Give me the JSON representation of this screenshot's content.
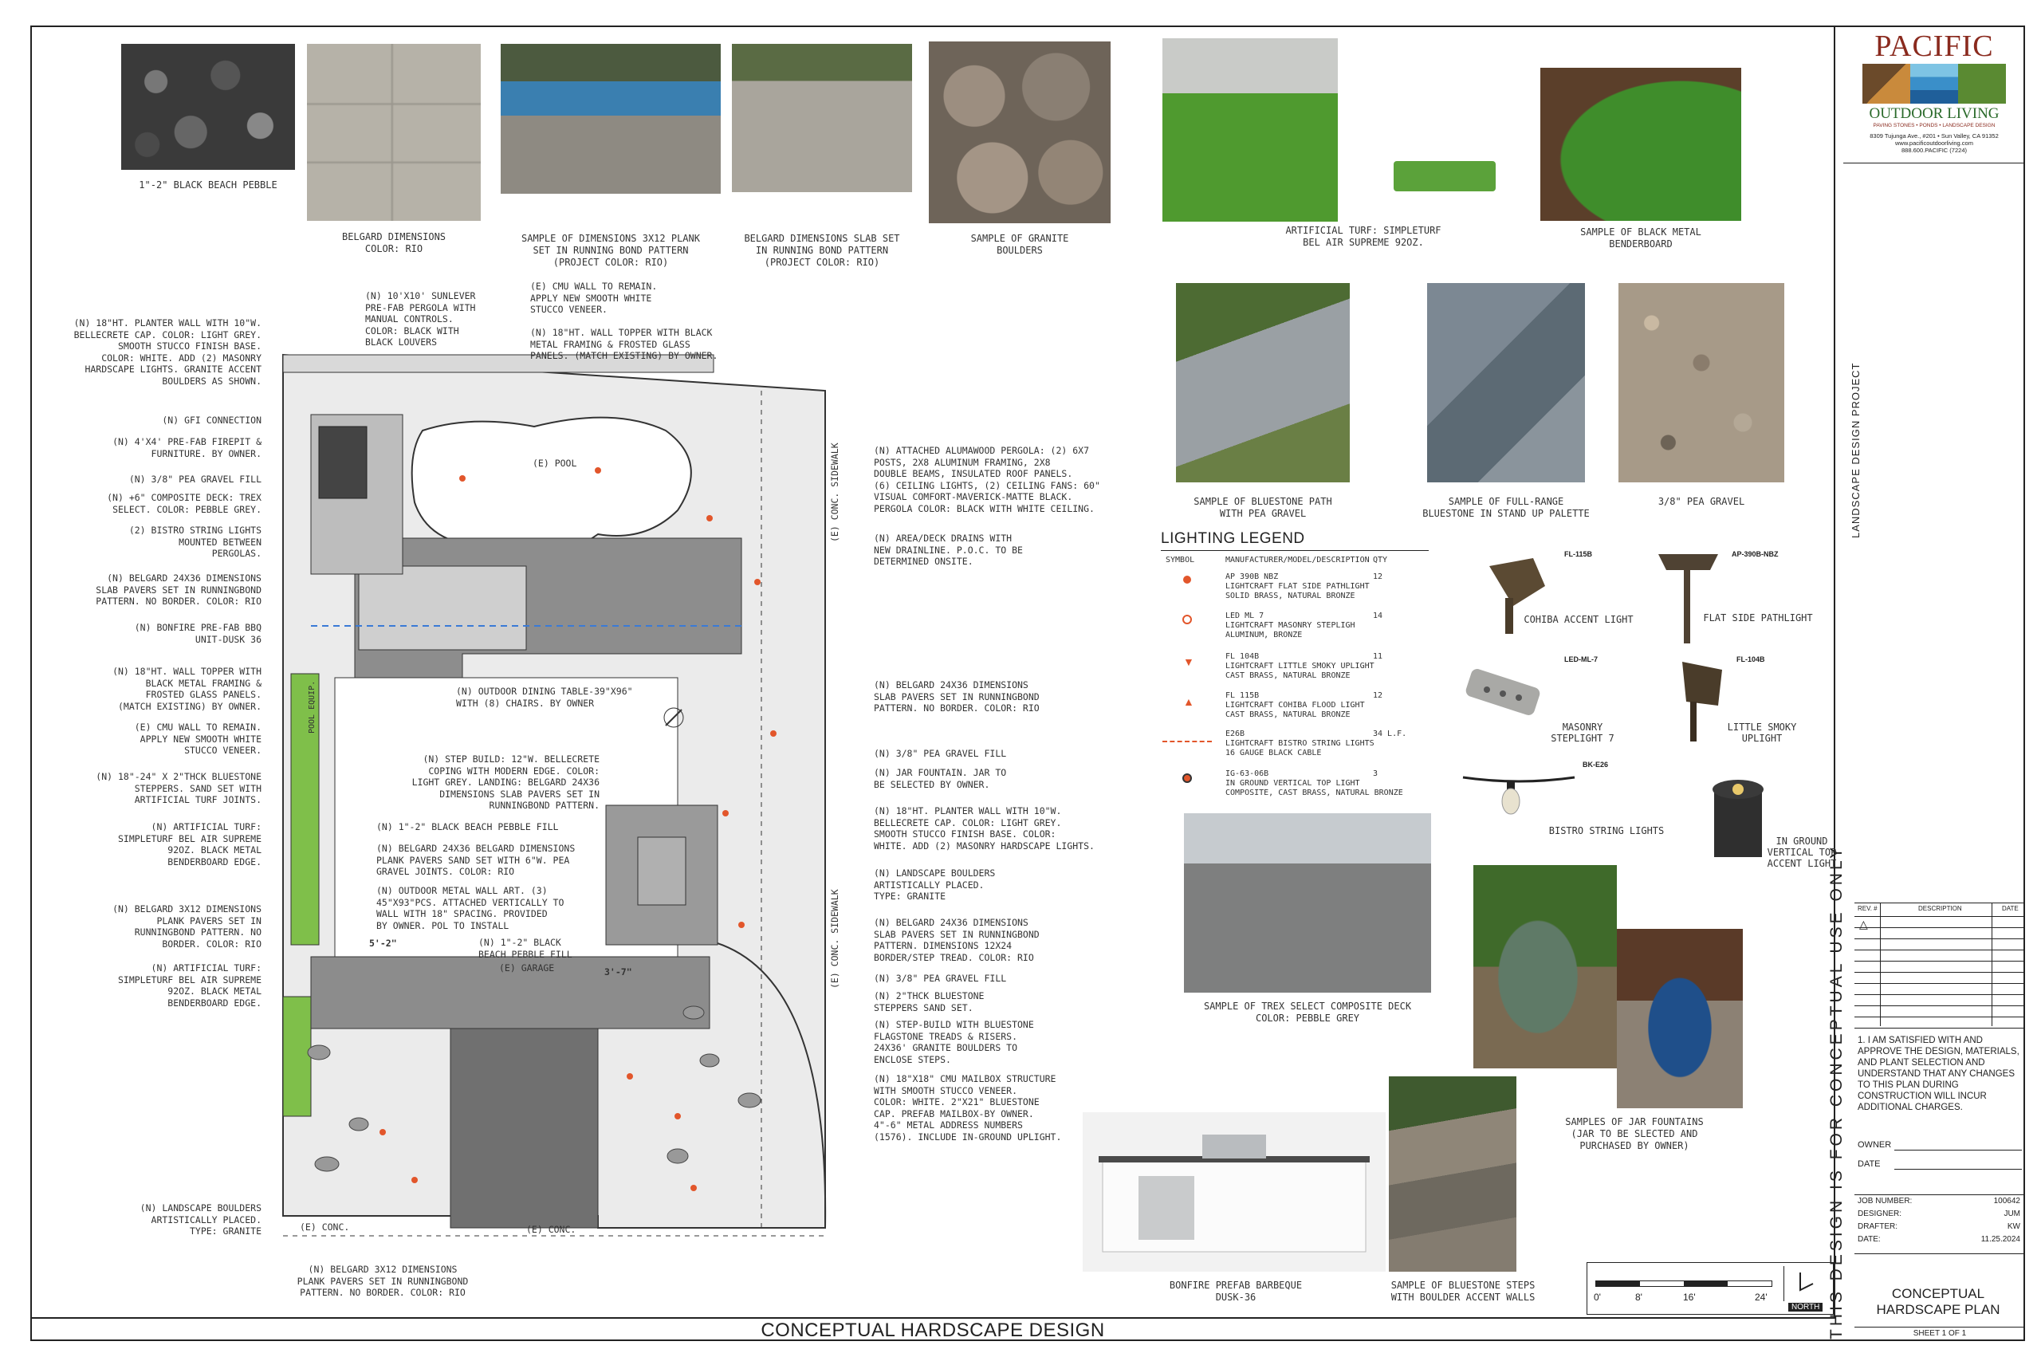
{
  "title": "CONCEPTUAL HARDSCAPE DESIGN",
  "samples_top": [
    {
      "caption": "1\"-2\" BLACK BEACH PEBBLE"
    },
    {
      "caption": "BELGARD DIMENSIONS\nCOLOR: RIO"
    },
    {
      "caption": "SAMPLE OF DIMENSIONS 3x12 PLANK\nSET IN RUNNING BOND PATTERN\n(PROJECT COLOR: RIO)"
    },
    {
      "caption": "BELGARD DIMENSIONS SLAB SET\nIN RUNNING BOND PATTERN\n(PROJECT COLOR: RIO)"
    },
    {
      "caption": "SAMPLE OF GRANITE\nBOULDERS"
    },
    {
      "caption": "ARTIFICIAL TURF: SIMPLETURF\nBEL AIR SUPREME 92oz."
    },
    {
      "caption": "SAMPLE OF BLACK METAL\nBENDERBOARD"
    }
  ],
  "samples_mid": [
    {
      "caption": "SAMPLE OF BLUESTONE PATH\nWITH PEA GRAVEL"
    },
    {
      "caption": "SAMPLE OF FULL-RANGE\nBLUESTONE IN STAND UP PALETTE"
    },
    {
      "caption": "3/8\" PEA GRAVEL"
    }
  ],
  "lighting_legend": {
    "title": "LIGHTING LEGEND",
    "headers": [
      "SYMBOL",
      "MANUFACTURER/MODEL/DESCRIPTION",
      "QTY"
    ],
    "rows": [
      {
        "desc": "AP 390B NBZ\nLIGHTCRAFT FLAT SIDE PATHLIGHT\nSOLID BRASS, NATURAL BRONZE",
        "qty": "12"
      },
      {
        "desc": "LED ML 7\nLIGHTCRAFT MASONRY STEPLIGH\nALUMINUM, BRONZE",
        "qty": "14"
      },
      {
        "desc": "FL 104B\nLIGHTCRAFT LITTLE SMOKY UPLIGHT\nCAST BRASS, NATURAL BRONZE",
        "qty": "11"
      },
      {
        "desc": "FL 115B\nLIGHTCRAFT COHIBA FLOOD LIGHT\nCAST BRASS, NATURAL BRONZE",
        "qty": "12"
      },
      {
        "desc": "E26B\nLIGHTCRAFT BISTRO STRING LIGHTS\n16 GAUGE BLACK CABLE",
        "qty": "34 L.F."
      },
      {
        "desc": "IG-63-06B\nIN GROUND VERTICAL TOP LIGHT\nCOMPOSITE, CAST BRASS, NATURAL BRONZE",
        "qty": "3"
      }
    ]
  },
  "products": [
    {
      "code": "FL-115B",
      "label": "COHIBA ACCENT LIGHT"
    },
    {
      "code": "AP-390B-NBZ",
      "label": "FLAT SIDE PATHLIGHT"
    },
    {
      "code": "LED-ML-7",
      "label": "MASONRY\nSTEPLIGHT 7"
    },
    {
      "code": "FL-104B",
      "label": "LITTLE SMOKY\nUPLIGHT"
    },
    {
      "code": "BK-E26",
      "label": "BISTRO STRING LIGHTS"
    },
    {
      "code": "",
      "label": "IN GROUND\nVERTICAL TOP\nACCENT LIGHT"
    }
  ],
  "samples_bottom": [
    {
      "caption": "SAMPLE OF TREX SELECT COMPOSITE DECK\nCOLOR: PEBBLE GREY"
    },
    {
      "caption": "SAMPLES OF JAR FOUNTAINS\n(JAR TO BE SLECTED AND\nPURCHASED BY OWNER)"
    },
    {
      "caption": "BONFIRE PREFAB BARBEQUE\nDUSK-36"
    },
    {
      "caption": "SAMPLE OF BLUESTONE STEPS\nWITH BOULDER ACCENT WALLS"
    }
  ],
  "plan_notes_left": [
    "(N) 18\"ht. PLANTER WALL WITH 10\"w.\nBELLECRETE CAP. COLOR: LIGHT GREY.\nSMOOTH STUCCO FINISH BASE.\nCOLOR: WHITE. ADD (2) MASONRY\nHARDSCAPE LIGHTS. GRANITE ACCENT\nBOULDERS AS SHOWN.",
    "(N) GFI CONNECTION",
    "(N) 4'x4' PRE-FAB FIREPIT &\nFURNITURE. BY OWNER.",
    "(N) 3/8\" PEA GRAVEL FILL",
    "(N) +6\" COMPOSITE DECK: TREX\nSELECT. COLOR: PEBBLE GREY.",
    "(2) BISTRO STRING LIGHTS\nMOUNTED BETWEEN\nPERGOLAS.",
    "(N) BELGARD 24x36 DIMENSIONS\nSLAB PAVERS SET IN RUNNINGBOND\nPATTERN. NO BORDER. COLOR: RIO",
    "(N) BONFIRE PRE-FAB BBQ\nUNIT-DUSK 36",
    "(N) 18\"ht. WALL TOPPER WITH\nBLACK METAL FRAMING &\nFROSTED GLASS PANELS.\n(MATCH EXISTING) BY OWNER.",
    "(E) CMU WALL TO REMAIN.\nAPPLY NEW SMOOTH WHITE\nSTUCCO VENEER.",
    "(N) 18\"-24\" x 2\"thck BLUESTONE\nSTEPPERS. SAND SET WITH\nARTIFICIAL TURF JOINTS.",
    "(N) ARTIFICIAL TURF:\nSIMPLETURF BEL AIR SUPREME\n92oz. BLACK METAL\nBENDERBOARD EDGE.",
    "(N) BELGARD 3x12 DIMENSIONS\nPLANK PAVERS SET IN\nRUNNINGBOND PATTERN. NO\nBORDER. COLOR: RIO",
    "(N) ARTIFICIAL TURF:\nSIMPLETURF BEL AIR SUPREME\n92oz. BLACK METAL\nBENDERBOARD EDGE.",
    "(N) LANDSCAPE BOULDERS\nARTISTICALLY PLACED.\nTYPE: GRANITE"
  ],
  "plan_notes_top": [
    "(N) 10'x10' SUNLEVER\nPRE-FAB PERGOLA WITH\nMANUAL CONTROLS.\nCOLOR: BLACK WITH\nBLACK LOUVERS",
    "(E) CMU WALL TO REMAIN.\nAPPLY NEW SMOOTH WHITE\nSTUCCO VENEER.",
    "(N) 18\"ht. WALL TOPPER WITH BLACK\nMETAL FRAMING & FROSTED GLASS\nPANELS. (MATCH EXISTING) BY OWNER."
  ],
  "plan_notes_center": [
    "(N) STEP BUILD: 12\"w. BELLECRETE\nCOPING WITH MODERN EDGE. COLOR:\nLIGHT GREY. LANDING: BELGARD 24x36\nDIMENSIONS SLAB PAVERS SET IN\nRUNNINGBOND PATTERN.",
    "(N) 1\"-2\" BLACK BEACH PEBBLE FILL",
    "(N) BELGARD 24x36 BELGARD DIMENSIONS\nPLANK PAVERS SAND SET WITH 6\"w. PEA\nGRAVEL JOINTS. COLOR: RIO",
    "(N) OUTDOOR METAL WALL ART. (3)\n45\"x93\"pcs. ATTACHED VERTICALLY TO\nWALL WITH 18\" SPACING. PROVIDED\nBY OWNER. POL TO INSTALL",
    "(N) 1\"-2\" BLACK\nBEACH PEBBLE FILL",
    "(N) OUTDOOR DINING TABLE-39\"x96\"\nWITH (8) CHAIRS. BY OWNER",
    "(N) BELGARD 3x12 DIMENSIONS\nPLANK PAVERS SET IN RUNNINGBOND\nPATTERN. NO BORDER. COLOR: RIO"
  ],
  "plan_notes_right": [
    "(N) ATTACHED ALUMAWOOD PERGOLA: (2) 6x7\nPOSTS, 2x8 ALUMINUM FRAMING, 2x8\nDOUBLE BEAMS, INSULATED ROOF PANELS.\n(6) CEILING LIGHTS, (2) CEILING FANS: 60\"\nVISUAL COMFORT-MAVERICK-MATTE BLACK.\nPERGOLA COLOR: BLACK WITH WHITE CEILING.",
    "(N) AREA/DECK DRAINS WITH\nNEW DRAINLINE. P.O.C. TO BE\nDETERMINED ONSITE.",
    "(N) BELGARD 24x36 DIMENSIONS\nSLAB PAVERS SET IN RUNNINGBOND\nPATTERN. NO BORDER. COLOR: RIO",
    "(N) 3/8\" PEA GRAVEL FILL",
    "(N) JAR FOUNTAIN. JAR TO\nBE SELECTED BY OWNER.",
    "(N) 18\"ht. PLANTER WALL WITH 10\"w.\nBELLECRETE CAP. COLOR: LIGHT GREY.\nSMOOTH STUCCO FINISH BASE. COLOR:\nWHITE. ADD (2) MASONRY HARDSCAPE LIGHTS.",
    "(N) LANDSCAPE BOULDERS\nARTISTICALLY PLACED.\nTYPE: GRANITE",
    "(N) BELGARD 24x36 DIMENSIONS\nSLAB PAVERS SET IN RUNNINGBOND\nPATTERN. DIMENSIONS 12x24\nBORDER/STEP TREAD. COLOR: RIO",
    "(N) 3/8\" PEA GRAVEL FILL",
    "(N) 2\"thck BLUESTONE\nSTEPPERS SAND SET.",
    "(N) STEP-BUILD WITH BLUESTONE\nFLAGSTONE TREADS & RISERS.\n24x36' GRANITE BOULDERS TO\nENCLOSE STEPS.",
    "(N) 18\"x18\" CMU MAILBOX STRUCTURE\nWITH SMOOTH STUCCO VENEER.\nCOLOR: WHITE. 2\"x21\" BLUESTONE\nCAP. PREFAB MAILBOX-BY OWNER.\n4\"-6\" METAL ADDRESS NUMBERS\n(1576). INCLUDE IN-GROUND UPLIGHT."
  ],
  "plan_labels": {
    "pool": "(E) POOL",
    "garage": "(E) GARAGE",
    "conc_left": "(E) CONC.",
    "conc_mid": "(E) CONC.",
    "sidewalk1": "(E) CONC. SIDEWALK",
    "sidewalk2": "(E) CONC. SIDEWALK",
    "dim1": "5'-2\"",
    "dim2": "3'-7\"",
    "pool_equip": "POOL EQUIP."
  },
  "scale": {
    "labels": [
      "0'",
      "8'",
      "16'",
      "24'"
    ],
    "north": "NORTH"
  },
  "title_block": {
    "logo_main": "PACIFIC",
    "logo_sub": "OUTDOOR LIVING",
    "logo_tag": "PAVING STONES • PONDS • LANDSCAPE DESIGN",
    "address": "8309 Tujunga Ave., #201 • Sun Valley, CA 91352",
    "web": "www.pacificoutdoorliving.com",
    "phone": "888.600.PACIFIC (7224)",
    "project_label": "LANDSCAPE DESIGN PROJECT",
    "conceptual_notice": "THIS DESIGN IS FOR CONCEPTUAL USE ONLY",
    "rev_headers": [
      "REV. #",
      "DESCRIPTION",
      "DATE"
    ],
    "approval": "1. I AM SATISFIED WITH AND APPROVE THE DESIGN, MATERIALS, AND PLANT SELECTION AND UNDERSTAND THAT ANY CHANGES TO THIS PLAN DURING CONSTRUCTION WILL INCUR ADDITIONAL CHARGES.",
    "owner_label": "OWNER",
    "date_label": "DATE",
    "job_number_label": "JOB NUMBER:",
    "job_number": "100642",
    "designer_label": "DESIGNER:",
    "designer": "JUM",
    "drafter_label": "DRAFTER:",
    "drafter": "KW",
    "date2_label": "DATE:",
    "date2": "11.25.2024",
    "plan_title": "CONCEPTUAL HARDSCAPE PLAN",
    "sheet": "SHEET 1 OF 1"
  }
}
